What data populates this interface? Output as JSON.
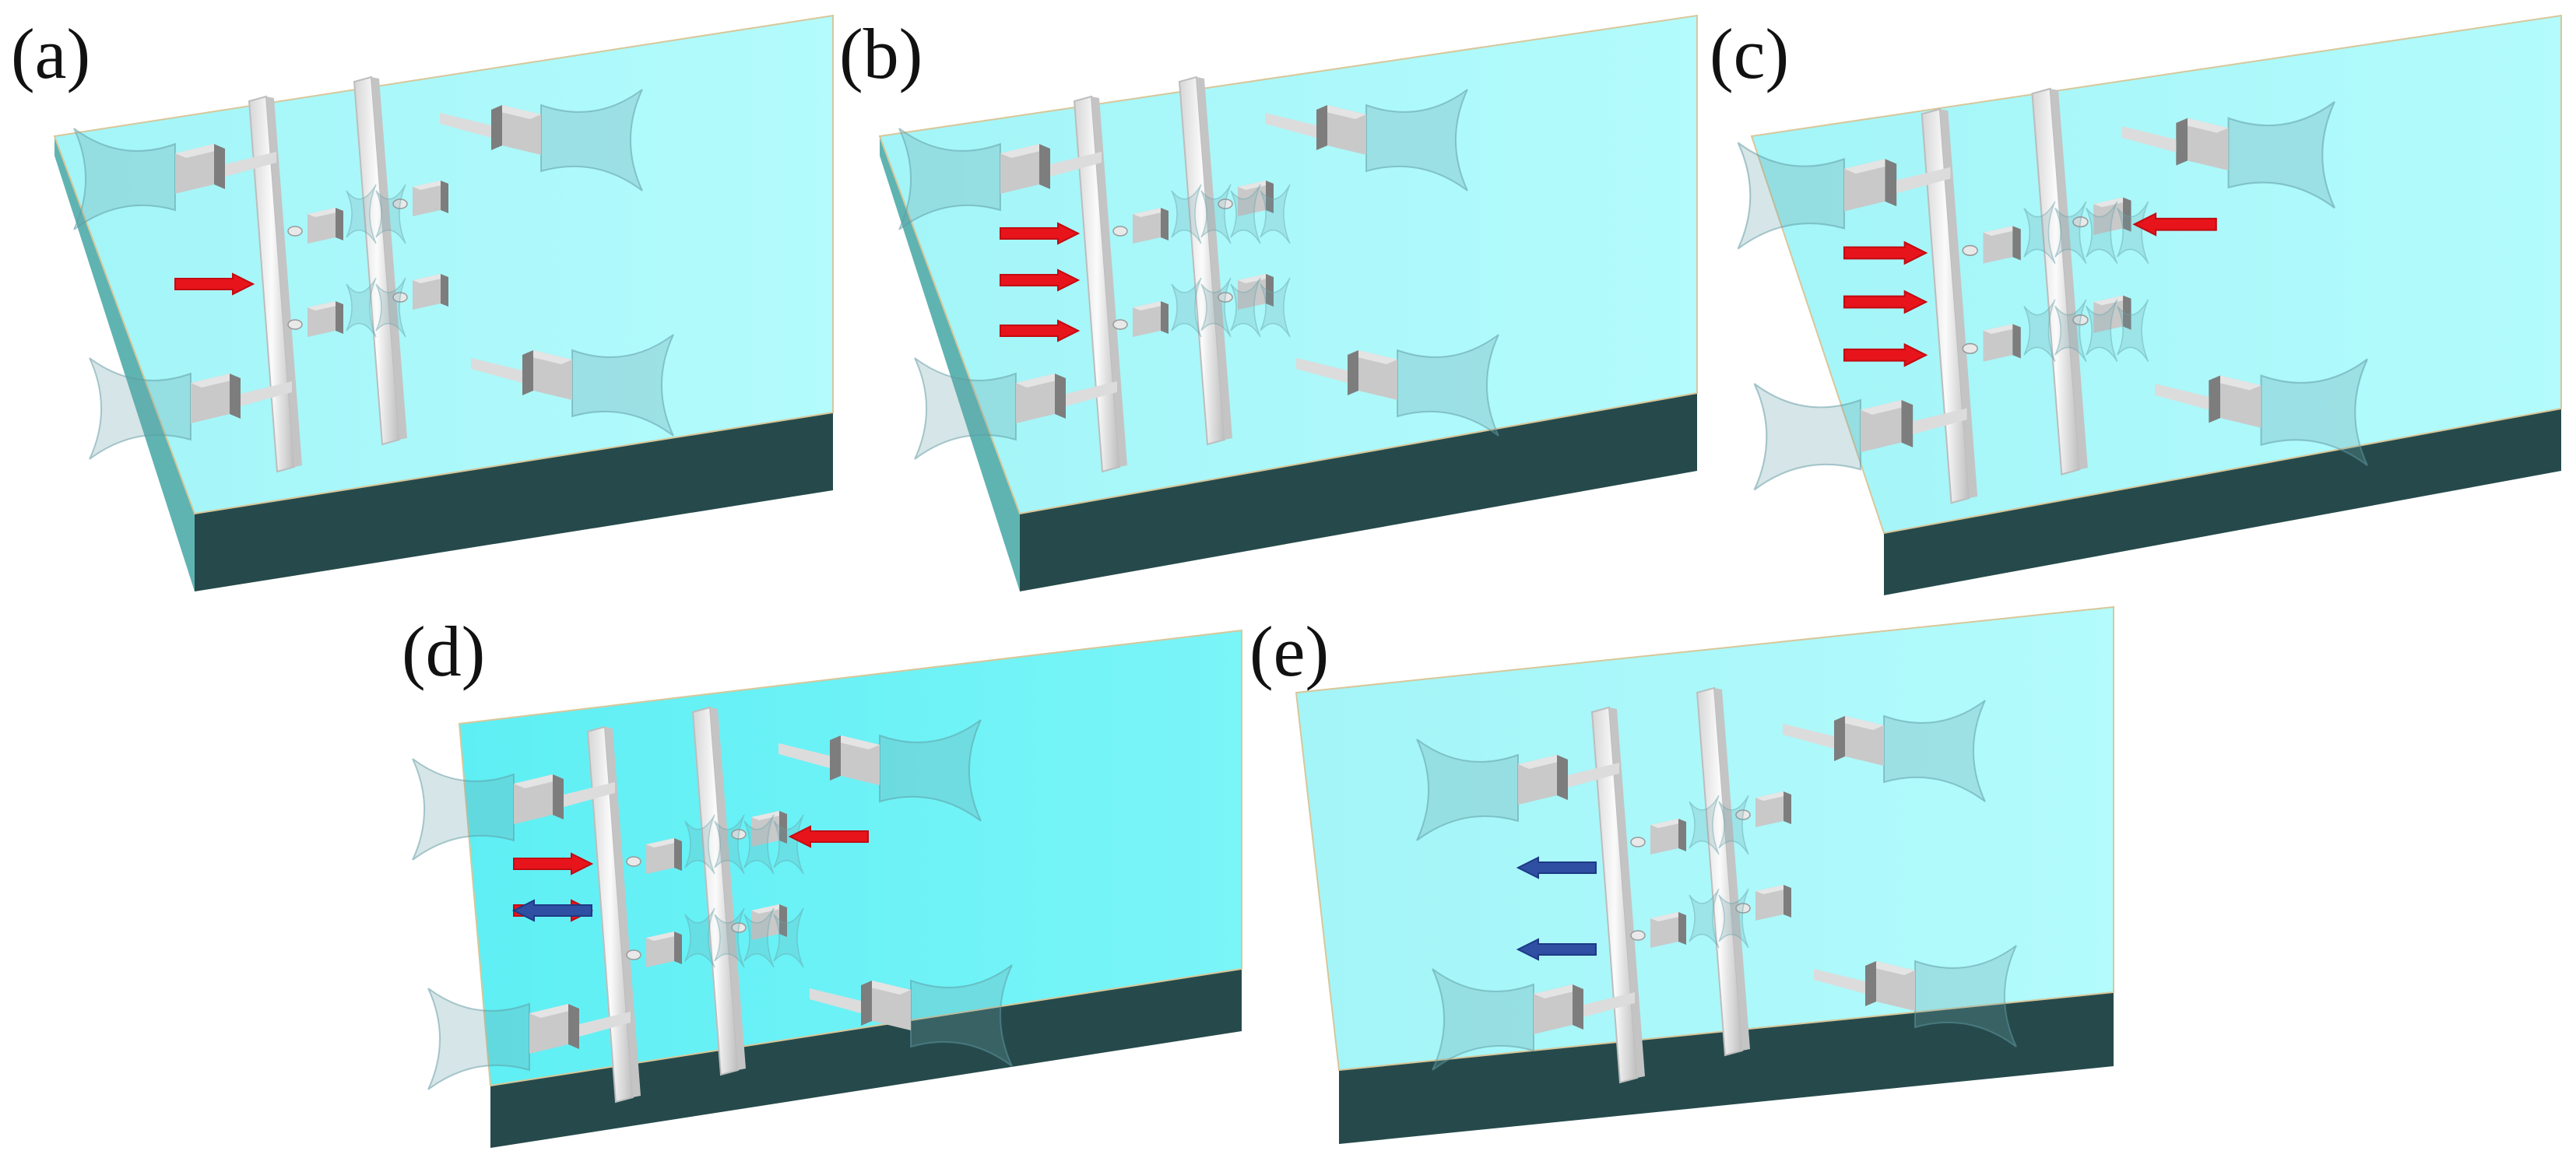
{
  "figure": {
    "panels": [
      {
        "id": "a",
        "label": "(a)",
        "injected_red_arrows": 1,
        "reflected_blue_arrows": 0,
        "opposite_red_arrows": 0,
        "mode": "single"
      },
      {
        "id": "b",
        "label": "(b)",
        "injected_red_arrows": 3,
        "reflected_blue_arrows": 0,
        "opposite_red_arrows": 0,
        "mode": "triple"
      },
      {
        "id": "c",
        "label": "(c)",
        "injected_red_arrows": 3,
        "reflected_blue_arrows": 0,
        "opposite_red_arrows": 1,
        "mode": "triple"
      },
      {
        "id": "d",
        "label": "(d)",
        "injected_red_arrows": 2,
        "reflected_blue_arrows": 1,
        "opposite_red_arrows": 1,
        "mode": "triple"
      },
      {
        "id": "e",
        "label": "(e)",
        "injected_red_arrows": 0,
        "reflected_blue_arrows": 2,
        "opposite_red_arrows": 0,
        "mode": "single"
      }
    ]
  },
  "colors": {
    "substrate_top": "#a9f9fb",
    "substrate_top_bright": "#6ff2f6",
    "substrate_side": "#5fb4b2",
    "substrate_front": "#264a4c",
    "wall": "#f3f3f3",
    "wall_shade": "#c4c4c4",
    "block": "#c9c9c9",
    "block_dark": "#7d7d7d",
    "wave": "#6aa0a8",
    "arrow_red": "#e8141b",
    "arrow_blue": "#2f4fa3"
  },
  "icons": {
    "arrow": "arrow-icon",
    "transducer": "transducer-icon",
    "wave": "wave-icon"
  }
}
